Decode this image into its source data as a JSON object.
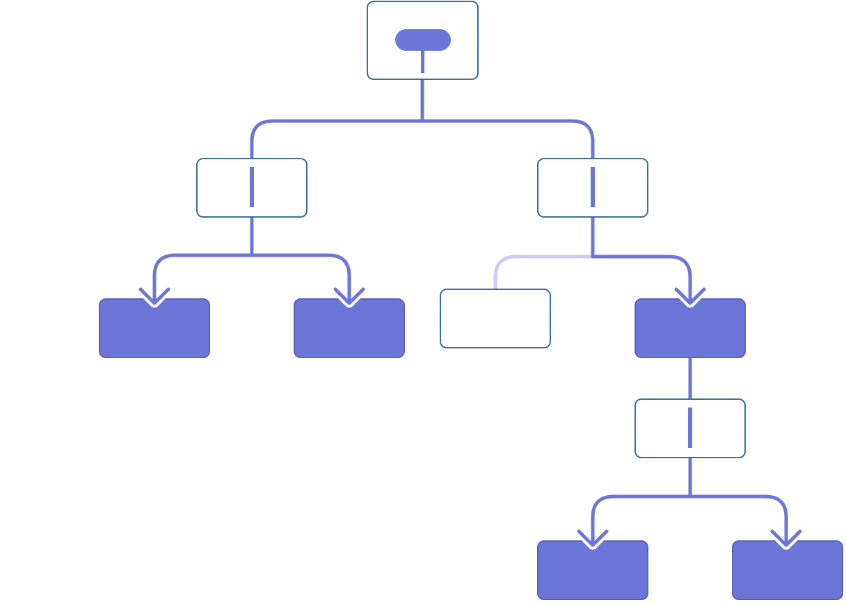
{
  "colors": {
    "accent": "#6c76d9",
    "accent_faded": "#c9ccf2",
    "outline": "#3a6f96",
    "node_fill_outline": "#ffffff",
    "arrow_halo": "#ffffff"
  },
  "icons": {
    "root_marker": "pill-icon",
    "arrow": "chevron-down-icon"
  },
  "tree": {
    "root": {
      "style": "outline-with-pill",
      "children": [
        {
          "style": "outline",
          "children": [
            {
              "style": "filled",
              "arrow": true
            },
            {
              "style": "filled",
              "arrow": true
            }
          ]
        },
        {
          "style": "outline",
          "children": [
            {
              "style": "outline",
              "arrow": false,
              "faded_edge": true
            },
            {
              "style": "filled",
              "arrow": true,
              "children": [
                {
                  "style": "outline",
                  "children": [
                    {
                      "style": "filled",
                      "arrow": true
                    },
                    {
                      "style": "filled",
                      "arrow": true
                    }
                  ]
                }
              ]
            }
          ]
        }
      ]
    }
  }
}
